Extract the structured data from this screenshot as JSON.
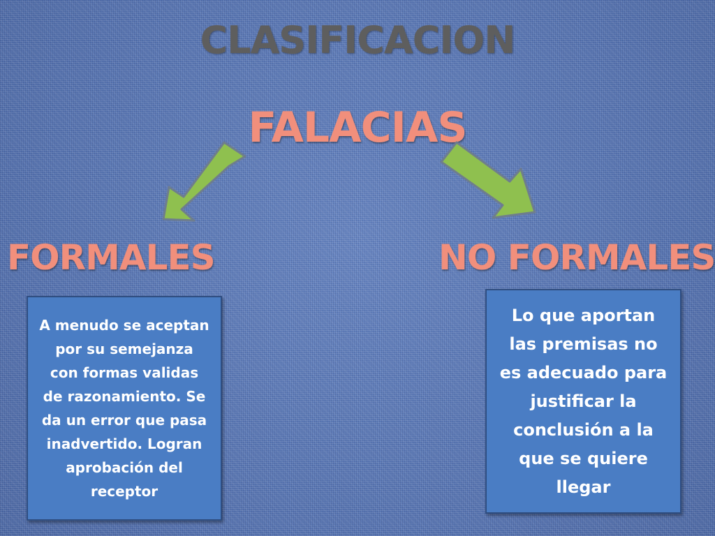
{
  "title": "CLASIFICACION",
  "subtitle": "FALACIAS",
  "branches": [
    {
      "label": "FORMALES",
      "description": "A menudo se aceptan por su semejanza con formas validas de razonamiento. Se da un error que pasa inadvertido. Logran aprobación del receptor"
    },
    {
      "label": "NO FORMALES",
      "description": "Lo que aportan las premisas no es adecuado para justificar la conclusión a la que se quiere llegar"
    }
  ],
  "colors": {
    "background": "#5a78b4",
    "title": "#5e5e5e",
    "heading": "#f18f7c",
    "arrow_fill": "#8fc04f",
    "arrow_stroke": "#6e7d8e",
    "box_fill": "#4a7dc4",
    "box_border": "#2f4d80",
    "box_text": "#ffffff"
  },
  "icons": [
    "arrow-down-left-icon",
    "arrow-down-right-icon"
  ]
}
